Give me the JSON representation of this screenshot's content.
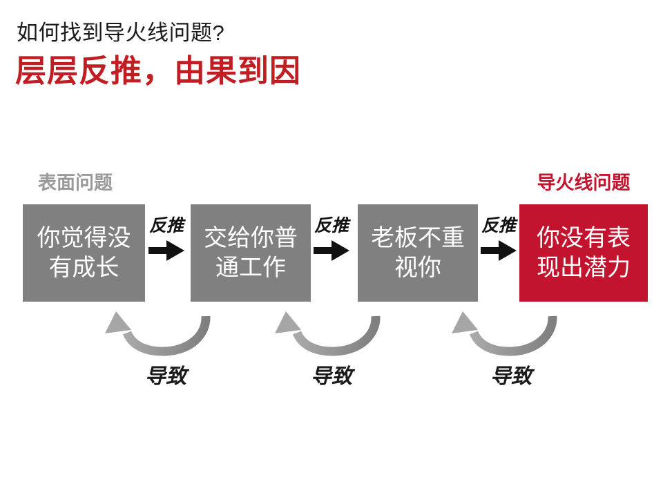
{
  "slide": {
    "title": "如何找到导火线问题?",
    "subtitle": "层层反推，由果到因",
    "surface_label": "表面问题",
    "fuse_label": "导火线问题",
    "boxes": [
      {
        "text": "你觉得没\n有成长",
        "type": "surface"
      },
      {
        "text": "交给你普\n通工作",
        "type": "surface"
      },
      {
        "text": "老板不重\n视你",
        "type": "surface"
      },
      {
        "text": "你没有表\n现出潜力",
        "type": "fuse"
      }
    ],
    "reverse_arrows": [
      {
        "label": "反推"
      },
      {
        "label": "反推"
      },
      {
        "label": "反推"
      }
    ],
    "cause_arrows": [
      {
        "label": "导致"
      },
      {
        "label": "导致"
      },
      {
        "label": "导致"
      }
    ],
    "colors": {
      "accent_red": "#c2142e",
      "subtitle_red": "#c11e24",
      "box_gray": "#808080",
      "label_gray": "#9a9a9a",
      "arrow_black": "#111111",
      "curve_gray_light": "#a9a9a9",
      "curve_gray_dark": "#7f7f7f"
    }
  }
}
